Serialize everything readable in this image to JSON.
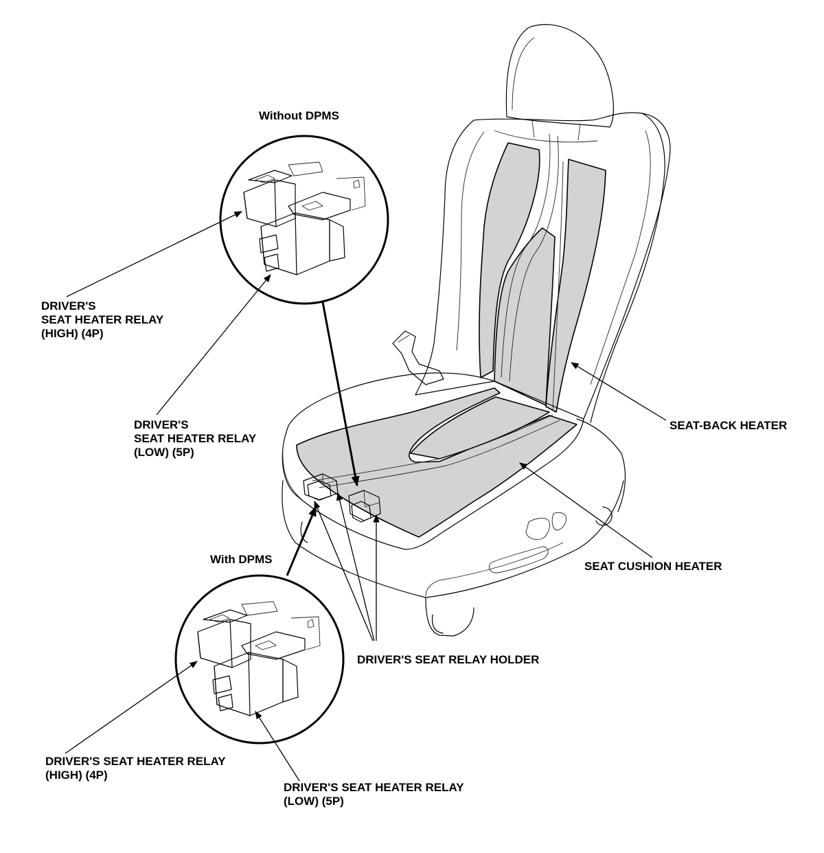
{
  "labels": {
    "without_dpms": "Without DPMS",
    "with_dpms": "With DPMS",
    "top_relay_high": [
      "DRIVER'S",
      "SEAT HEATER RELAY",
      "(HIGH) (4P)"
    ],
    "top_relay_low": [
      "DRIVER'S",
      "SEAT HEATER RELAY",
      "(LOW) (5P)"
    ],
    "seat_back_heater": "SEAT-BACK HEATER",
    "seat_cushion_heater": "SEAT CUSHION HEATER",
    "relay_holder": "DRIVER'S SEAT RELAY HOLDER",
    "bottom_relay_high": [
      "DRIVER'S SEAT HEATER RELAY",
      "(HIGH) (4P)"
    ],
    "bottom_relay_low": [
      "DRIVER'S SEAT HEATER RELAY",
      "(LOW) (5P)"
    ]
  },
  "colors": {
    "heater_pad": "#d3d3d3",
    "outline": "#000000",
    "background": "#ffffff"
  }
}
